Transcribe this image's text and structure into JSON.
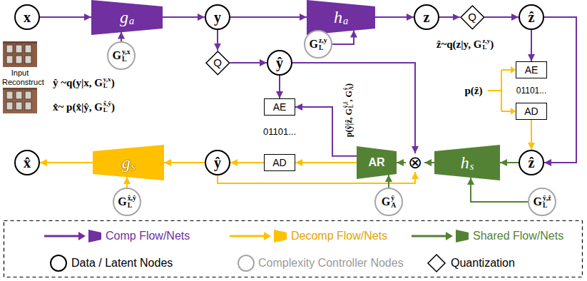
{
  "diagram": {
    "nodes": [
      {
        "text": [
          "x"
        ]
      },
      {
        "text": [
          "g",
          "a"
        ]
      },
      {
        "text": [
          "y"
        ]
      },
      {
        "text": [
          "h",
          "a"
        ]
      },
      {
        "text": [
          "z"
        ]
      },
      {
        "text": [
          "Q"
        ]
      },
      {
        "text": [
          "ẑ"
        ]
      },
      {
        "text": [
          "G",
          "y,x",
          "L"
        ]
      },
      {
        "text": [
          "G",
          "z,y",
          "L"
        ]
      },
      {
        "text": [
          "Q"
        ]
      },
      {
        "text": [
          "ŷ"
        ]
      },
      {
        "text": [
          "AE"
        ]
      },
      {
        "text": [
          "AE"
        ]
      },
      {
        "text": [
          "AD"
        ]
      },
      {
        "text": [
          "AR"
        ]
      },
      {
        "text": [
          "⊗"
        ]
      },
      {
        "text": [
          "h",
          "s"
        ]
      },
      {
        "text": [
          "ẑ"
        ]
      },
      {
        "text": [
          "x̂"
        ]
      },
      {
        "text": [
          "g",
          "s"
        ]
      },
      {
        "text": [
          "ŷ"
        ]
      },
      {
        "text": [
          "AD"
        ]
      },
      {
        "text": [
          "G",
          "x̂,ŷ",
          "L"
        ]
      },
      {
        "text": [
          "G",
          "ŷ",
          "A"
        ]
      },
      {
        "text": [
          "G",
          "ŷ,ẑ",
          "L"
        ]
      }
    ],
    "edges": [
      {
        "from": 0,
        "to": 1,
        "arrow": "to"
      },
      {
        "from": 1,
        "to": 2,
        "arrow": "to"
      },
      {
        "from": 2,
        "to": 3,
        "arrow": "to"
      },
      {
        "from": 3,
        "to": 4,
        "arrow": "to"
      },
      {
        "from": 4,
        "to": 5,
        "arrow": "to"
      },
      {
        "from": 5,
        "to": 6,
        "arrow": "to"
      },
      {
        "from": 7,
        "to": 1,
        "arrow": "to"
      },
      {
        "from": 8,
        "to": 3,
        "arrow": "to"
      },
      {
        "from": 2,
        "to": 9,
        "arrow": "to"
      },
      {
        "from": 9,
        "to": 10,
        "arrow": "to"
      },
      {
        "from": 10,
        "to": 11,
        "arrow": "to"
      },
      {
        "from": 10,
        "to": 15,
        "arrow": "to"
      },
      {
        "from": 20,
        "to": 15,
        "arrow": "to"
      },
      {
        "from": 16,
        "to": 15,
        "arrow": "to"
      },
      {
        "from": 15,
        "to": 14,
        "arrow": "to"
      },
      {
        "from": 14,
        "to": 11,
        "arrow": "to"
      },
      {
        "from": 14,
        "to": 21,
        "arrow": "to"
      },
      {
        "from": 23,
        "to": 14,
        "arrow": "to"
      },
      {
        "from": 6,
        "to": 12,
        "arrow": "to"
      },
      {
        "from": 6,
        "to": 17,
        "arrow": "to"
      },
      {
        "from": 13,
        "to": 17,
        "arrow": "to"
      },
      {
        "from": 17,
        "to": 16,
        "arrow": "to"
      },
      {
        "from": 24,
        "to": 16,
        "arrow": "to"
      },
      {
        "from": 21,
        "to": 20,
        "arrow": "to"
      },
      {
        "from": 20,
        "to": 19,
        "arrow": "to"
      },
      {
        "from": 19,
        "to": 18,
        "arrow": "to"
      },
      {
        "from": 22,
        "to": 19,
        "arrow": "to"
      }
    ],
    "labels": [
      "Input",
      "Reconstruct",
      "ŷ ~q(y|x, G",
      "y,x",
      "L",
      ")",
      "x̂~ p(x̂|ŷ, G",
      "x̂,ŷ",
      "L",
      ")",
      "ẑ~q(z|y, G",
      "z,y",
      "L",
      ")",
      "01101...",
      "p(ŷ|ẑ, G",
      "ŷ,ẑ",
      "L",
      ", G",
      "ŷ",
      "A",
      ")",
      "p(ẑ)",
      "01101..."
    ],
    "legend": [
      {
        "text": "Comp Flow/Nets",
        "color": "#7030A0"
      },
      {
        "text": "Decomp Flow/Nets",
        "color": "#FFC000"
      },
      {
        "text": "Shared Flow/Nets",
        "color": "#548235"
      },
      {
        "text": "Data / Latent Nodes"
      },
      {
        "text": "Complexity Controller Nodes"
      },
      {
        "text": "Quantization"
      }
    ]
  }
}
